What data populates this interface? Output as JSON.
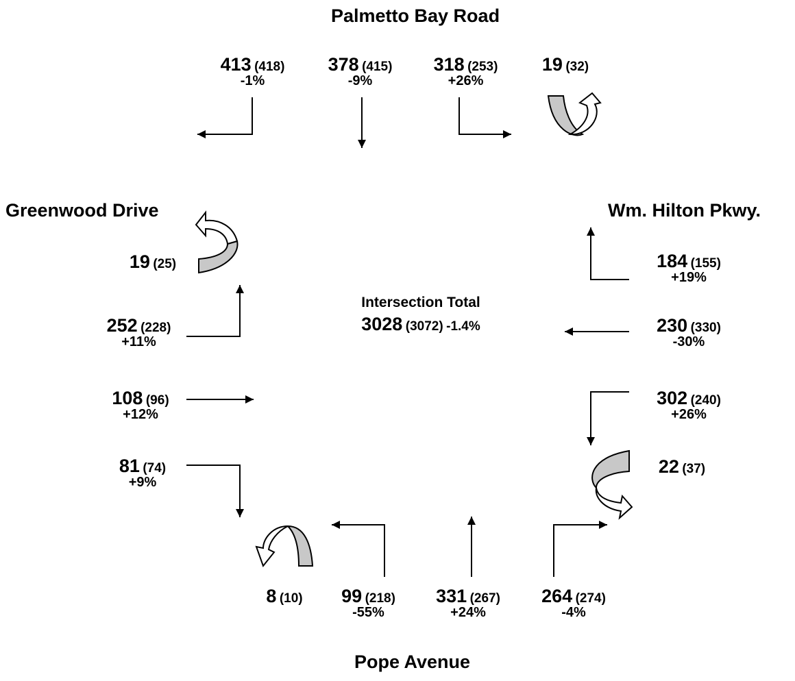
{
  "streets": {
    "north": "Palmetto Bay Road",
    "east": "Wm. Hilton Pkwy.",
    "south": "Pope Avenue",
    "west": "Greenwood Drive"
  },
  "total": {
    "label": "Intersection Total",
    "current": "3028",
    "previous": "(3072)",
    "change": "-1.4%"
  },
  "movements": {
    "nb_right": {
      "current": "413",
      "previous": "(418)",
      "change": "-1%"
    },
    "nb_thru": {
      "current": "378",
      "previous": "(415)",
      "change": "-9%"
    },
    "nb_left": {
      "current": "318",
      "previous": "(253)",
      "change": "+26%"
    },
    "nb_uturn": {
      "current": "19",
      "previous": "(32)",
      "change": ""
    },
    "wb_right": {
      "current": "184",
      "previous": "(155)",
      "change": "+19%"
    },
    "wb_thru": {
      "current": "230",
      "previous": "(330)",
      "change": "-30%"
    },
    "wb_left": {
      "current": "302",
      "previous": "(240)",
      "change": "+26%"
    },
    "wb_uturn": {
      "current": "22",
      "previous": "(37)",
      "change": ""
    },
    "sb_right": {
      "current": "264",
      "previous": "(274)",
      "change": "-4%"
    },
    "sb_thru": {
      "current": "331",
      "previous": "(267)",
      "change": "+24%"
    },
    "sb_left": {
      "current": "99",
      "previous": "(218)",
      "change": "-55%"
    },
    "sb_uturn": {
      "current": "8",
      "previous": "(10)",
      "change": ""
    },
    "eb_uturn": {
      "current": "19",
      "previous": "(25)",
      "change": ""
    },
    "eb_left": {
      "current": "252",
      "previous": "(228)",
      "change": "+11%"
    },
    "eb_thru": {
      "current": "108",
      "previous": "(96)",
      "change": "+12%"
    },
    "eb_right": {
      "current": "81",
      "previous": "(74)",
      "change": "+9%"
    }
  },
  "colors": {
    "ink": "#000000",
    "uturn_fill": "#c8c8c8",
    "background": "#ffffff"
  }
}
